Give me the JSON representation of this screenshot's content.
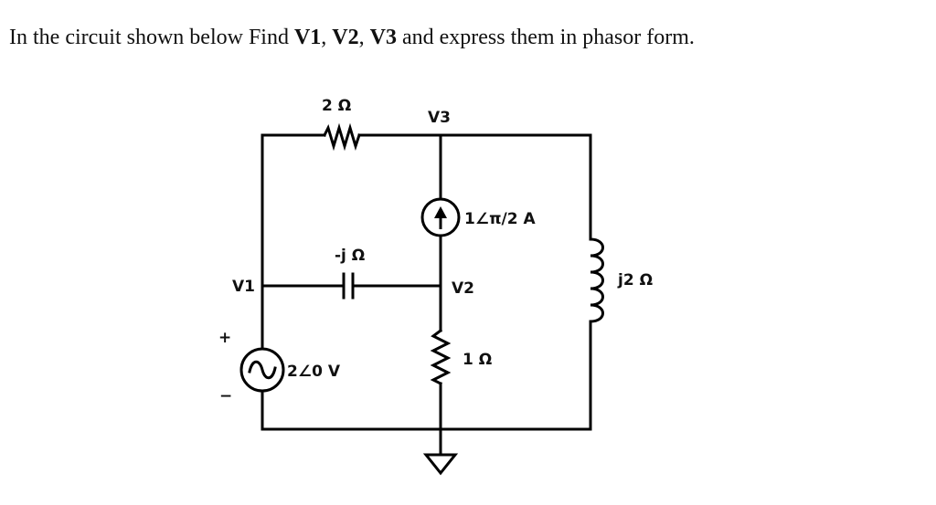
{
  "question": {
    "prefix": "In the circuit shown below Find ",
    "v1": "V1",
    "sep1": ", ",
    "v2": "V2",
    "sep2": ", ",
    "v3": "V3",
    "suffix": " and express them in phasor form."
  },
  "circuit": {
    "r_top": "2 Ω",
    "node_v3": "V3",
    "current_source": "1∠π/2 A",
    "capacitor": "-j Ω",
    "node_v1": "V1",
    "node_v2": "V2",
    "inductor": "j2 Ω",
    "plus_sign": "+",
    "minus_sign": "−",
    "voltage_source": "2∠0 V",
    "r_bottom": "1 Ω"
  }
}
